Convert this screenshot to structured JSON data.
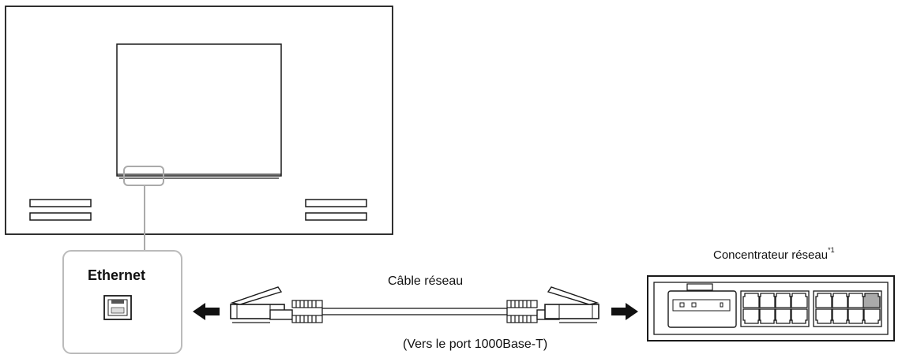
{
  "labels": {
    "ethernet": "Ethernet",
    "cable": "Câble réseau",
    "port": "(Vers le port 1000Base-T)",
    "hub": "Concentrateur réseau",
    "hub_footnote": "*1"
  },
  "icons": {
    "ethernet_port": "ethernet-port-icon",
    "arrow_left": "arrow-left-icon",
    "arrow_right": "arrow-right-icon"
  },
  "colors": {
    "stroke": "#1a1a1a",
    "callout_border": "#bbbbbb",
    "leader_line": "#aaaaaa",
    "port_fill": "#aaaaaa"
  }
}
